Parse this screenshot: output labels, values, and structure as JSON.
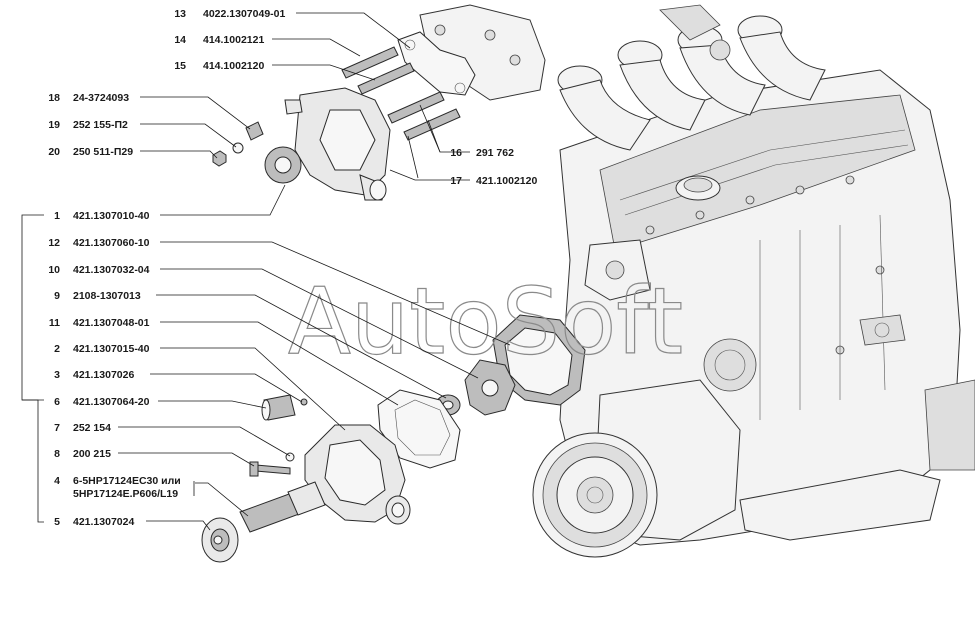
{
  "watermark": "AutoSoft",
  "callouts": [
    {
      "num": "13",
      "code": "4022.1307049-01"
    },
    {
      "num": "14",
      "code": "414.1002121"
    },
    {
      "num": "15",
      "code": "414.1002120"
    },
    {
      "num": "18",
      "code": "24-3724093"
    },
    {
      "num": "19",
      "code": "252 155-П2"
    },
    {
      "num": "20",
      "code": "250 511-П29"
    },
    {
      "num": "16",
      "code": "291 762"
    },
    {
      "num": "17",
      "code": "421.1002120"
    },
    {
      "num": "1",
      "code": "421.1307010-40"
    },
    {
      "num": "12",
      "code": "421.1307060-10"
    },
    {
      "num": "10",
      "code": "421.1307032-04"
    },
    {
      "num": "9",
      "code": "2108-1307013"
    },
    {
      "num": "11",
      "code": "421.1307048-01"
    },
    {
      "num": "2",
      "code": "421.1307015-40"
    },
    {
      "num": "3",
      "code": "421.1307026"
    },
    {
      "num": "6",
      "code": "421.1307064-20"
    },
    {
      "num": "7",
      "code": "252 154"
    },
    {
      "num": "8",
      "code": "200 215"
    },
    {
      "num": "4",
      "code": "6-5НР17124ЕС30 или",
      "code2": "5НР17124Е.Р606/L19"
    },
    {
      "num": "5",
      "code": "421.1307024"
    }
  ]
}
